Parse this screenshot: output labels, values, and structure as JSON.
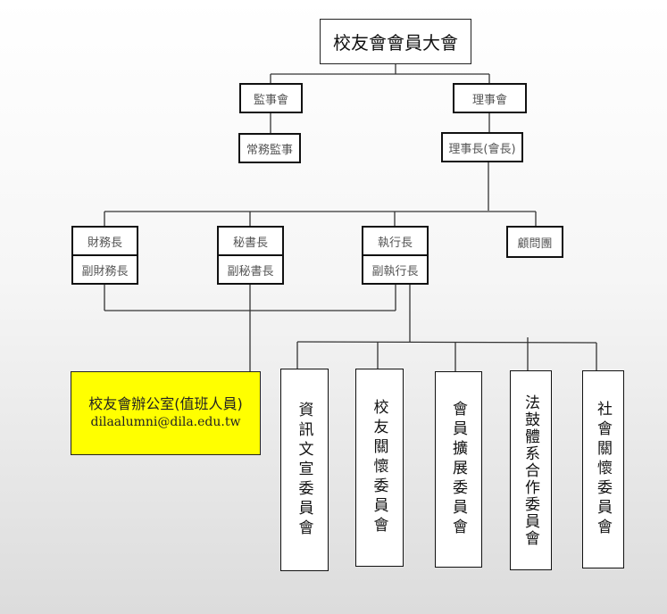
{
  "chart": {
    "root": "校友會會員大會",
    "supervisors": {
      "board": "監事會",
      "standing": "常務監事"
    },
    "directors": {
      "board": "理事會",
      "chair": "理事長(會長)"
    },
    "officers": [
      {
        "title": "財務長",
        "deputy": "副財務長"
      },
      {
        "title": "秘書長",
        "deputy": "副秘書長"
      },
      {
        "title": "執行長",
        "deputy": "副執行長"
      }
    ],
    "advisors": "顧問團",
    "office": {
      "name": "校友會辦公室(值班人員)",
      "email": "dilaalumni@dila.edu.tw",
      "color": "#ffff00"
    },
    "committees": [
      "資訊文宣委員會",
      "校友關懷委員會",
      "會員擴展委員會",
      "法鼓體系合作委員會",
      "社會關懷委員會"
    ]
  }
}
